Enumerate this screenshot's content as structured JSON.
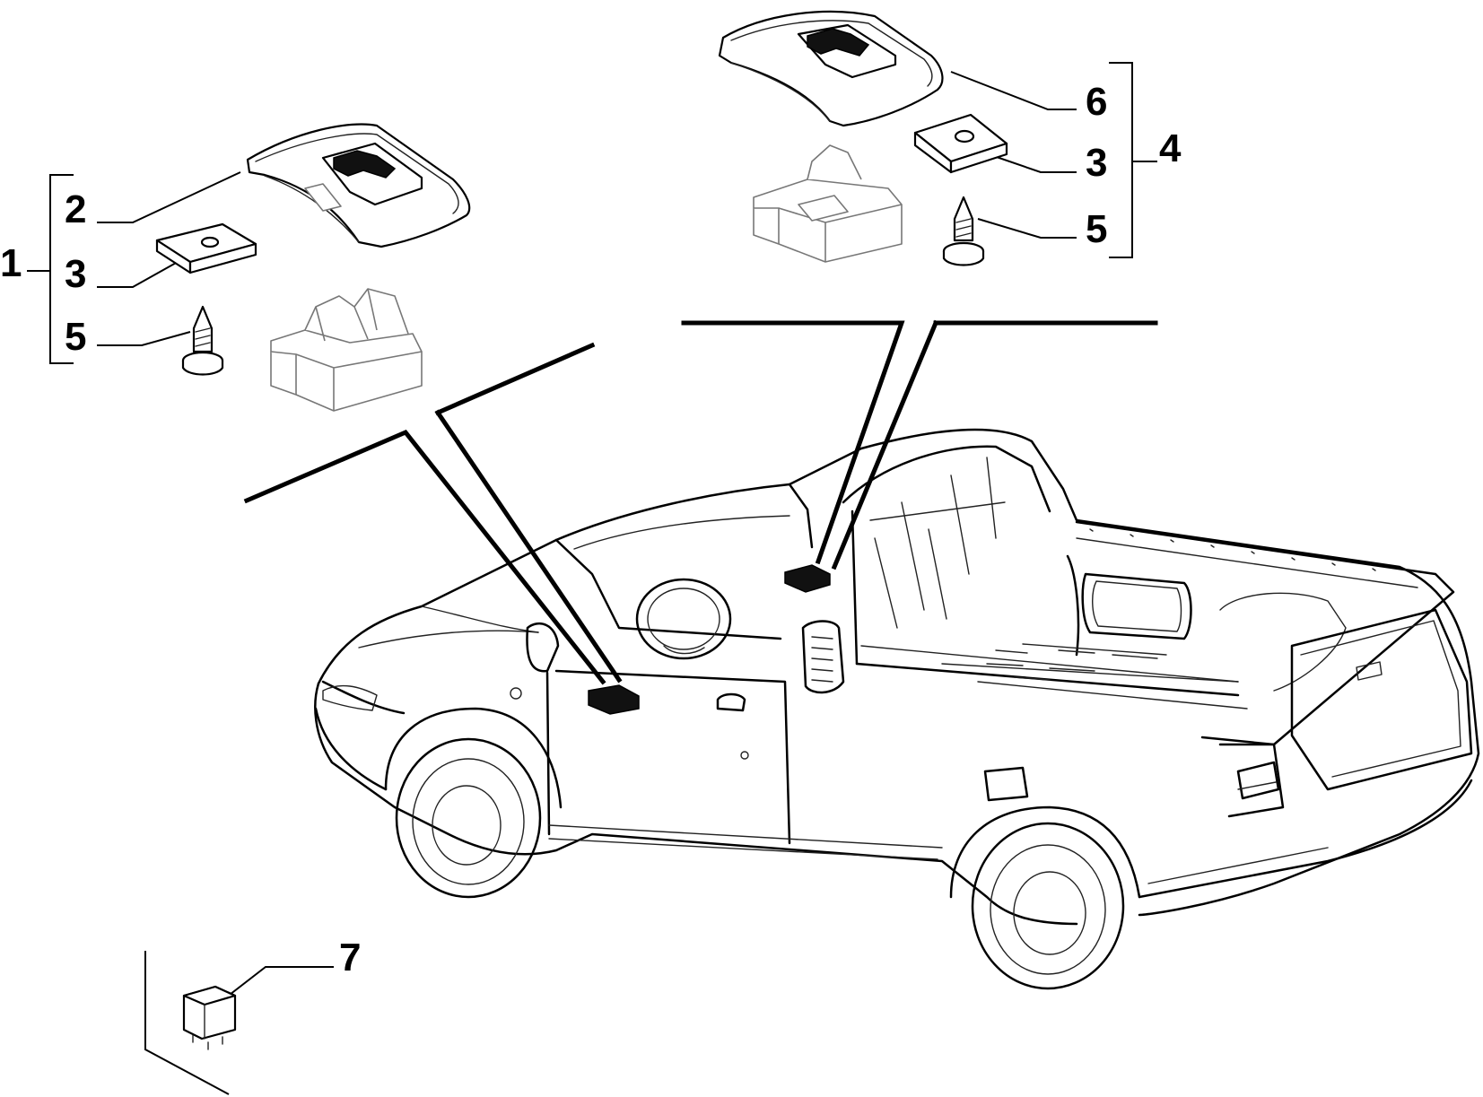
{
  "callouts": {
    "c1": "1",
    "c2": "2",
    "c3_left": "3",
    "c5_left": "5",
    "c6": "6",
    "c3_right": "3",
    "c4": "4",
    "c5_right": "5",
    "c7": "7"
  },
  "colors": {
    "line": "#000000",
    "ghost_part": "#777777",
    "background": "#ffffff"
  }
}
